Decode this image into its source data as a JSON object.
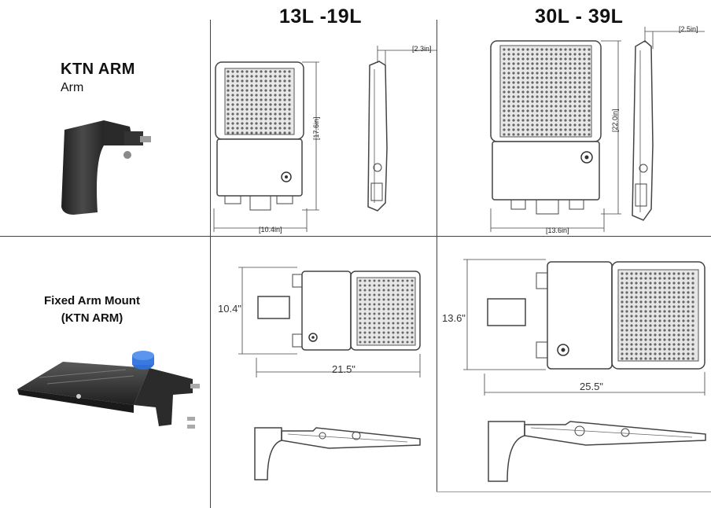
{
  "headers": {
    "col1": "13L -19L",
    "col2": "30L - 39L"
  },
  "row1": {
    "title": "KTN ARM",
    "subtitle": "Arm",
    "small_front": {
      "height": "[17.6in]",
      "width": "[10.4in]"
    },
    "small_side": {
      "depth": "[2.3in]"
    },
    "large_front": {
      "height": "[22.0in]",
      "width": "[13.6in]"
    },
    "large_side": {
      "depth": "[2.5in]"
    }
  },
  "row2": {
    "title_line1": "Fixed Arm Mount",
    "title_line2": "(KTN ARM)",
    "small_top": {
      "height": "10.4\"",
      "length": "21.5\""
    },
    "large_top": {
      "height": "13.6\"",
      "length": "25.5\""
    }
  },
  "colors": {
    "fixture": "#3a3a3a",
    "led_grid": "#555555",
    "sensor": "#2f6fd6",
    "lines": "#444444"
  }
}
